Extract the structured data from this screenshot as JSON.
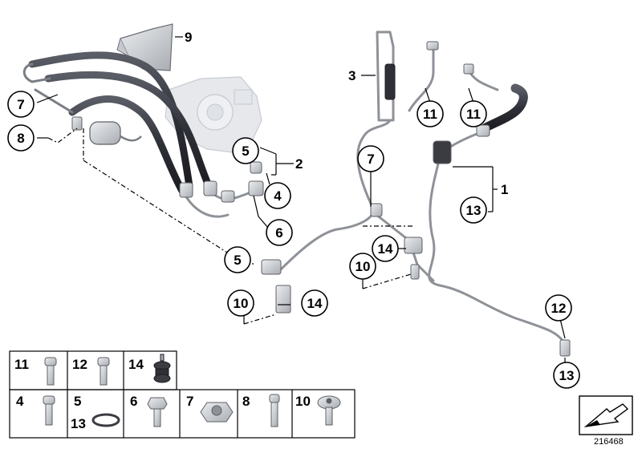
{
  "callouts": {
    "c1": "1",
    "c2": "2",
    "c3": "3",
    "c4": "4",
    "c5a": "5",
    "c5b": "5",
    "c6": "6",
    "c7a": "7",
    "c7b": "7",
    "c8": "8",
    "c9": "9",
    "c10a": "10",
    "c10b": "10",
    "c11a": "11",
    "c11b": "11",
    "c12": "12",
    "c13a": "13",
    "c13b": "13",
    "c14a": "14",
    "c14b": "14"
  },
  "legend": {
    "r1": [
      "11",
      "12",
      "14"
    ],
    "r2": [
      "4",
      "5",
      "6",
      "7",
      "8",
      "10"
    ],
    "r2_sub": "13"
  },
  "diagram_id": "216468"
}
